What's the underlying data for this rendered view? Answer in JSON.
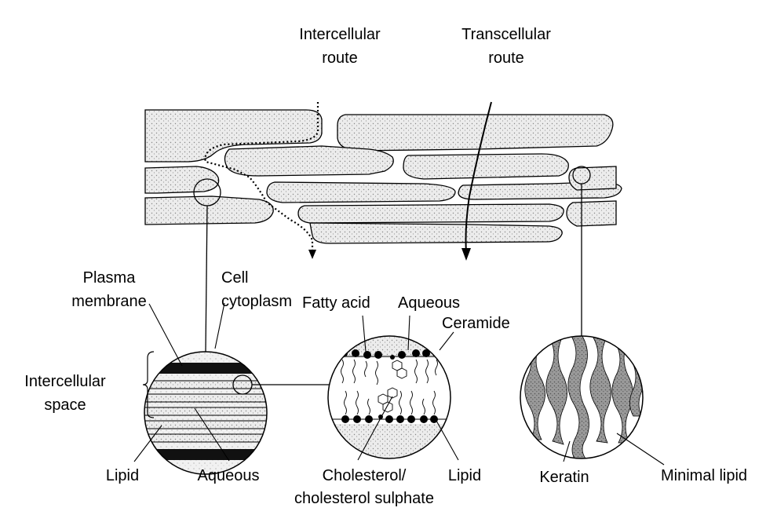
{
  "colors": {
    "ink": "#000000",
    "stipple": "#cfcfcf",
    "background": "#ffffff"
  },
  "labels": {
    "intercellular_route": [
      "Intercellular",
      "route"
    ],
    "transcellular_route": [
      "Transcellular",
      "route"
    ],
    "plasma_membrane": [
      "Plasma",
      "membrane"
    ],
    "cell_cytoplasm": [
      "Cell",
      "cytoplasm"
    ],
    "intercellular_space": [
      "Intercellular",
      "space"
    ],
    "fatty_acid": "Fatty acid",
    "aqueous_top": "Aqueous",
    "ceramide": "Ceramide",
    "lipid_left": "Lipid",
    "aqueous_bottom": "Aqueous",
    "cholesterol": [
      "Cholesterol/",
      "cholesterol sulphate"
    ],
    "lipid_middle": "Lipid",
    "keratin": "Keratin",
    "minimal_lipid": "Minimal lipid"
  }
}
